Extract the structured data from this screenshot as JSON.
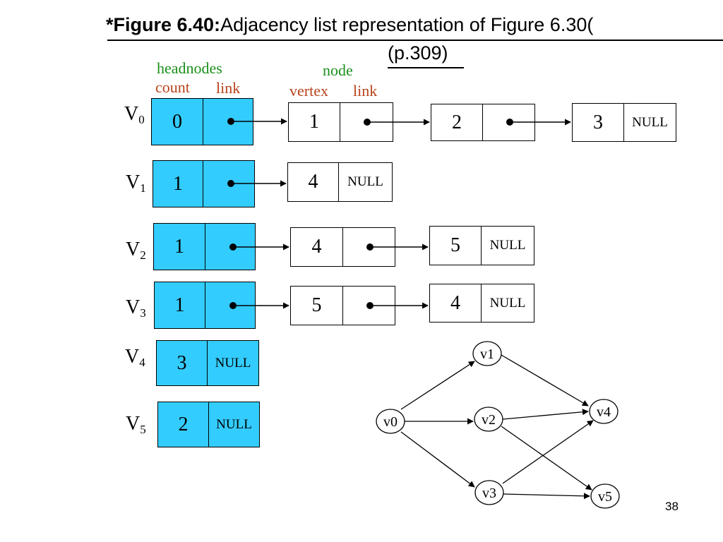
{
  "title": {
    "lead": "*Figure 6.40:",
    "rest": "Adjacency list representation of Figure 6.30(",
    "line2": "(p.309)"
  },
  "headers": {
    "headnodes": "headnodes",
    "count": "count",
    "head_link": "link",
    "node": "node",
    "vertex": "vertex",
    "node_link": "link"
  },
  "head_nodes": [
    {
      "label": "V",
      "sub": "0",
      "count": "0",
      "link": "dot"
    },
    {
      "label": "V",
      "sub": "1",
      "count": "1",
      "link": "dot"
    },
    {
      "label": "V",
      "sub": "2",
      "count": "1",
      "link": "dot"
    },
    {
      "label": "V",
      "sub": "3",
      "count": "1",
      "link": "dot"
    },
    {
      "label": "V",
      "sub": "4",
      "count": "3",
      "link": "NULL"
    },
    {
      "label": "V",
      "sub": "5",
      "count": "2",
      "link": "NULL"
    }
  ],
  "lists": [
    [
      {
        "vertex": "1",
        "link": "dot"
      },
      {
        "vertex": "2",
        "link": "dot"
      },
      {
        "vertex": "3",
        "link": "NULL"
      }
    ],
    [
      {
        "vertex": "4",
        "link": "NULL"
      }
    ],
    [
      {
        "vertex": "4",
        "link": "dot"
      },
      {
        "vertex": "5",
        "link": "NULL"
      }
    ],
    [
      {
        "vertex": "5",
        "link": "dot"
      },
      {
        "vertex": "4",
        "link": "NULL"
      }
    ],
    [],
    []
  ],
  "graph": {
    "nodes": [
      "v0",
      "v1",
      "v2",
      "v3",
      "v4",
      "v5"
    ],
    "edges": [
      [
        "v0",
        "v1"
      ],
      [
        "v0",
        "v2"
      ],
      [
        "v0",
        "v3"
      ],
      [
        "v1",
        "v4"
      ],
      [
        "v2",
        "v4"
      ],
      [
        "v2",
        "v5"
      ],
      [
        "v3",
        "v4"
      ],
      [
        "v3",
        "v5"
      ]
    ]
  },
  "page_number": "38",
  "colors": {
    "headnode_fill": "#33ccff",
    "header_green": "#1b8f1b",
    "header_red": "#b8431c"
  }
}
